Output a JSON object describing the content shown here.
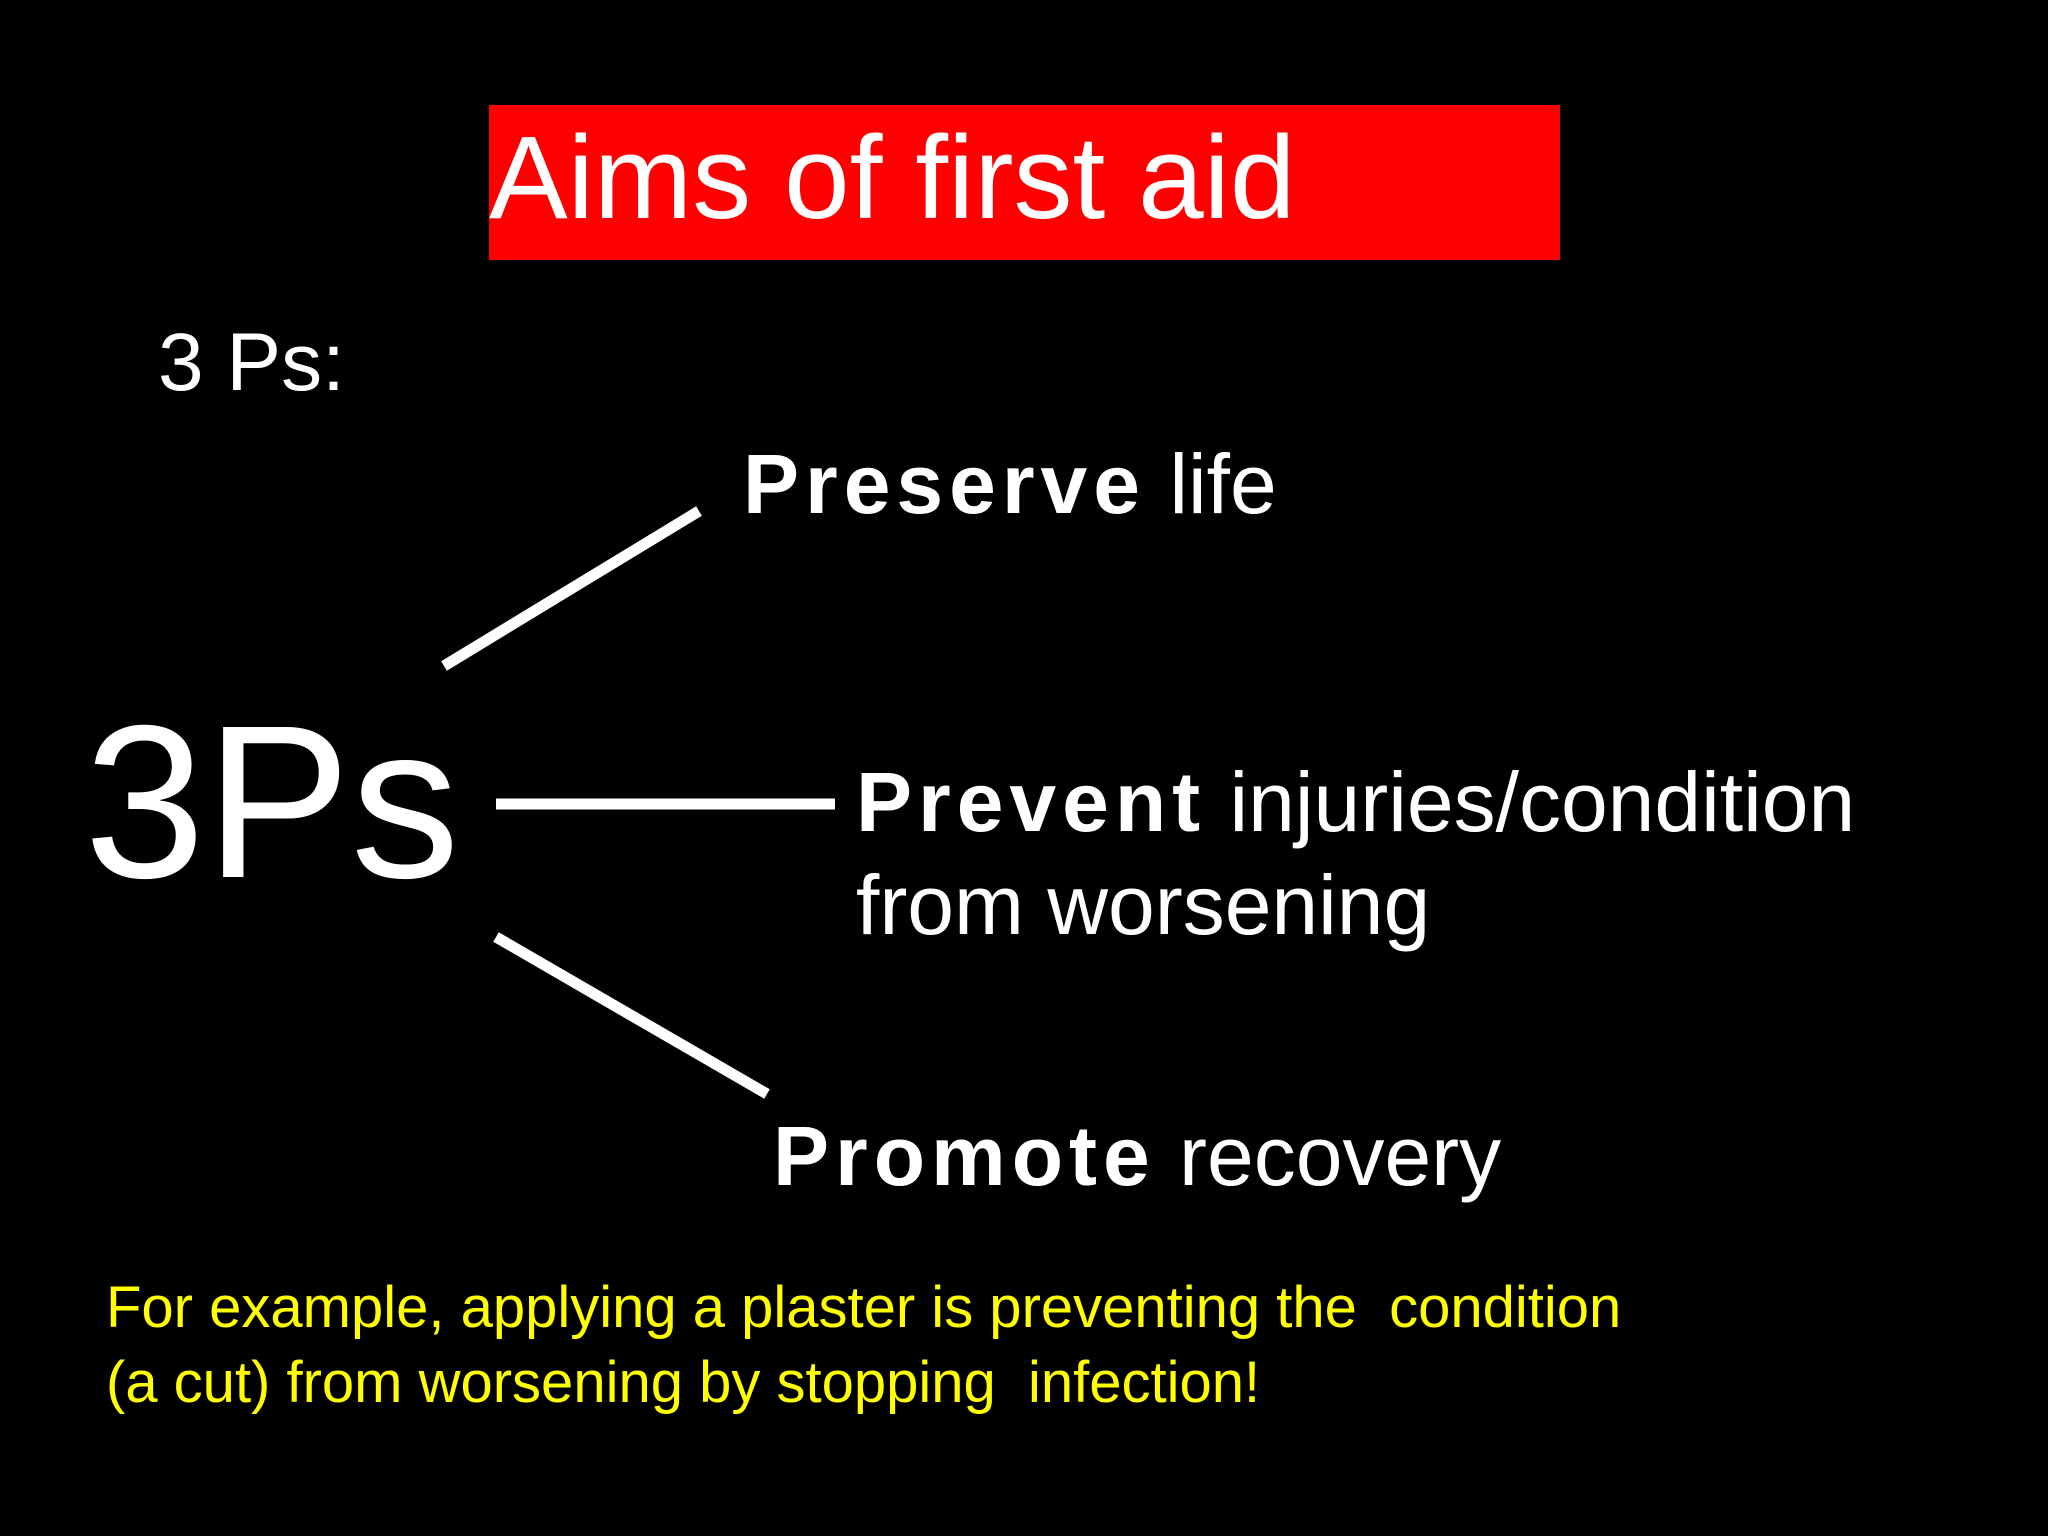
{
  "slide": {
    "title": "Aims of first aid",
    "subtitle": "3 Ps:",
    "big_label": "3Ps",
    "branches": [
      {
        "keyword": "Preserve",
        "rest_line1": " life",
        "rest_line2": ""
      },
      {
        "keyword": "Prevent",
        "rest_line1": " injuries/condition",
        "rest_line2": "from worsening"
      },
      {
        "keyword": "Promote",
        "rest_line1": " recovery",
        "rest_line2": ""
      }
    ],
    "footnote_line1": "For example, applying a plaster is preventing the  condition",
    "footnote_line2": "(a cut) from worsening by stopping  infection!"
  },
  "colors": {
    "background": "#000000",
    "title_box": "#ff0000",
    "text": "#ffffff",
    "footnote": "#ffff00"
  }
}
